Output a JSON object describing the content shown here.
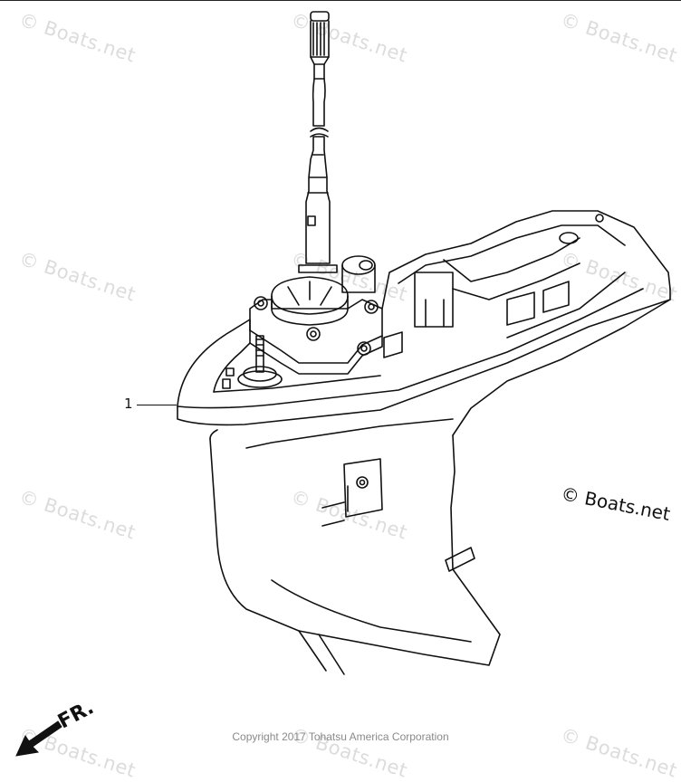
{
  "diagram": {
    "callout_number": "1",
    "brand_label": "© Boats.net",
    "watermark_text": "© Boats.net",
    "front_label": "FR.",
    "copyright": "Copyright 2017 Tohatsu America Corporation"
  },
  "colors": {
    "line": "#111111",
    "watermark": "#dcdcdc",
    "copyright": "#8a8a8a"
  }
}
